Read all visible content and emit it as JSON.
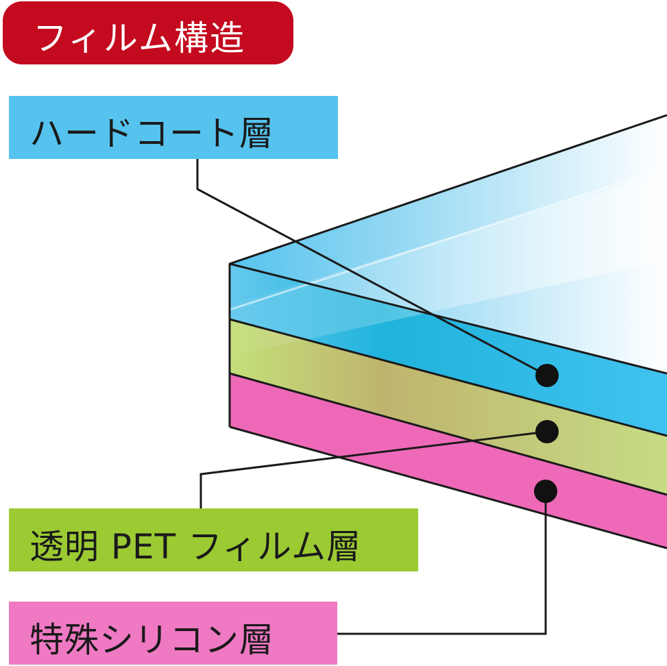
{
  "title": "フィルム構造",
  "colors": {
    "title_bg": "#c40a1e",
    "hard_coat": "#55c3ee",
    "pet": "#9bca33",
    "silicon": "#ef79c3",
    "outline": "#1a1a1a"
  },
  "layers": [
    {
      "label": "ハードコート層",
      "color": "#55c3ee"
    },
    {
      "label": "透明 PET フィルム層",
      "color": "#9bca33"
    },
    {
      "label": "特殊シリコン層",
      "color": "#ef79c3"
    }
  ]
}
